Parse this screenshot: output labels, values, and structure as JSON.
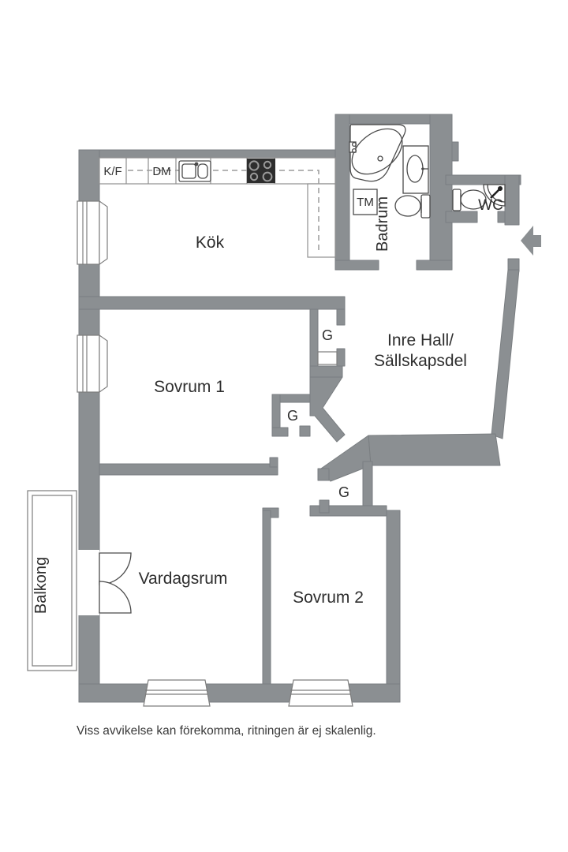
{
  "meta": {
    "type": "apartment-floor-plan",
    "language": "Swedish"
  },
  "colors": {
    "background": "#ffffff",
    "wall_fill": "#8b8f92",
    "wall_edge": "#7a7e81",
    "fixture_line": "#4a4a4a",
    "text": "#2e2e2e",
    "dashed_cabinet_line": "#9b9b9b",
    "cooktop": "#2d2d2d"
  },
  "rooms": {
    "kitchen": {
      "label": "Kök"
    },
    "bedroom1": {
      "label": "Sovrum 1"
    },
    "bedroom2": {
      "label": "Sovrum 2"
    },
    "living_room": {
      "label": "Vardagsrum"
    },
    "inner_hall": {
      "label_line1": "Inre Hall/",
      "label_line2": "Sällskapsdel"
    },
    "bathroom": {
      "label": "Badrum"
    },
    "wc": {
      "label": "WC"
    },
    "balcony": {
      "label": "Balkong"
    }
  },
  "fixtures": {
    "fridge_freezer": {
      "label": "K/F"
    },
    "dishwasher": {
      "label": "DM"
    },
    "washing_machine": {
      "label": "TM"
    }
  },
  "closets": {
    "hall_closet": {
      "label": "G"
    },
    "bedroom1_closet": {
      "label": "G"
    },
    "bedroom2_closet": {
      "label": "G"
    }
  },
  "footer": {
    "disclaimer": "Viss avvikelse kan förekomma, ritningen är ej skalenlig."
  }
}
